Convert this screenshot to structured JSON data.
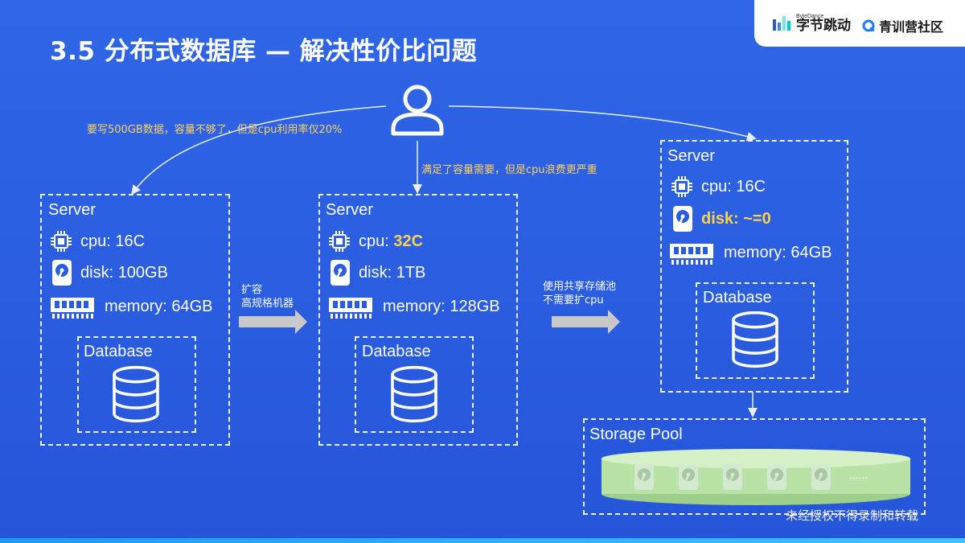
{
  "title": "3.5 分布式数据库 — 解决性价比问题",
  "brand": {
    "bytedance_small": "ByteDance",
    "bytedance_name": "字节跳动",
    "community_name": "青训营社区"
  },
  "annotations": {
    "left_arrow_note": "要写500GB数据，容量不够了，但是cpu利用率仅20%",
    "middle_arrow_note": "满足了容量需要，但是cpu浪费更严重",
    "scale_up_line1": "扩容",
    "scale_up_line2": "高规格机器",
    "shared_storage_line1": "使用共享存储池",
    "shared_storage_line2": "不需要扩cpu"
  },
  "servers": [
    {
      "label": "Server",
      "cpu_prefix": "cpu: ",
      "cpu_value": "16C",
      "disk_prefix": "disk: ",
      "disk_value": "100GB",
      "memory": "memory: 64GB",
      "db": "Database"
    },
    {
      "label": "Server",
      "cpu_prefix": "cpu: ",
      "cpu_value": "32C",
      "disk_prefix": "disk: ",
      "disk_value": "1TB",
      "memory": "memory: 128GB",
      "db": "Database"
    },
    {
      "label": "Server",
      "cpu_prefix": "cpu: ",
      "cpu_value": "16C",
      "disk_prefix": "disk: ",
      "disk_value": "~=0",
      "memory": "memory: 64GB",
      "db": "Database"
    }
  ],
  "storage_pool": {
    "label": "Storage Pool",
    "ellipsis": "......"
  },
  "watermark": "未经授权不得录制和转载",
  "colors": {
    "background": "#2a5ce0",
    "highlight": "#ffd24a",
    "pool": "#b9e3a6"
  }
}
